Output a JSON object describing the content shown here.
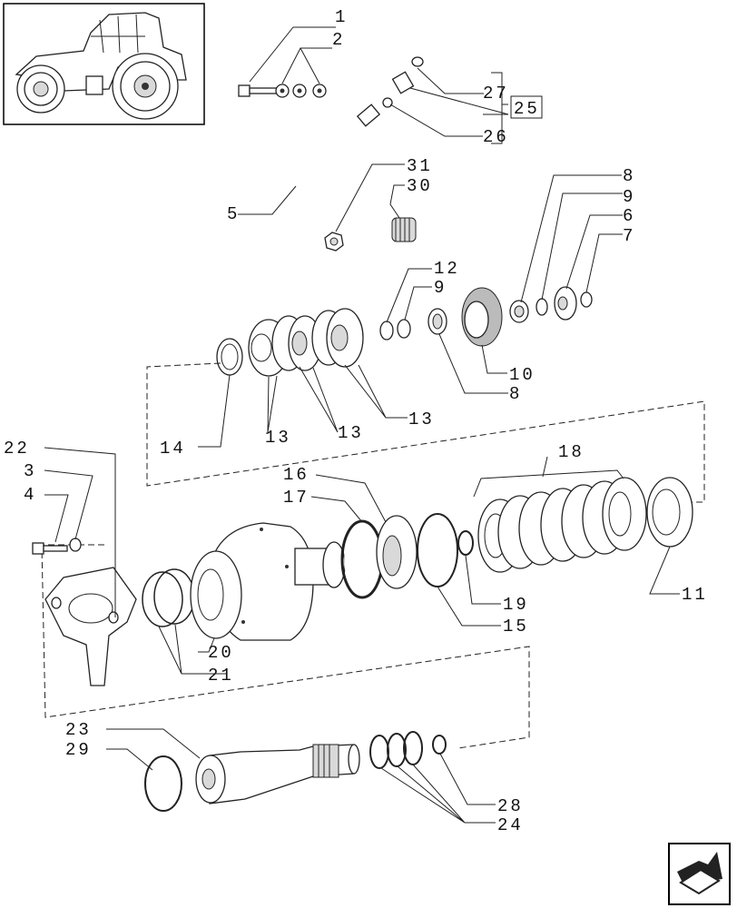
{
  "callouts": {
    "c1": "1",
    "c2": "2",
    "c3": "3",
    "c4": "4",
    "c5": "5",
    "c6": "6",
    "c7": "7",
    "c8a": "8",
    "c8b": "8",
    "c9a": "9",
    "c9b": "9",
    "c10": "10",
    "c11": "11",
    "c12": "12",
    "c13a": "13",
    "c13b": "13",
    "c13c": "13",
    "c14": "14",
    "c15": "15",
    "c16": "16",
    "c17": "17",
    "c18": "18",
    "c19": "19",
    "c20": "20",
    "c21": "21",
    "c22": "22",
    "c23": "23",
    "c24": "24",
    "c25": "25",
    "c26": "26",
    "c27": "27",
    "c28": "28",
    "c29": "29",
    "c30": "30",
    "c31": "31"
  },
  "icons": {
    "thumbnail": "tractor-thumbnail-icon",
    "nav": "next-page-arrow-icon"
  }
}
